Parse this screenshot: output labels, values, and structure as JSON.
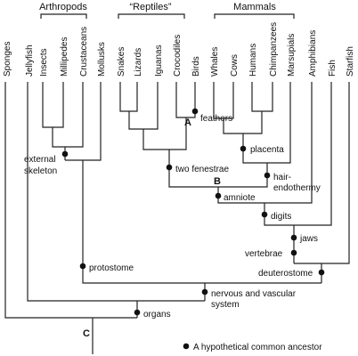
{
  "groups": {
    "arthropods": "Arthropods",
    "reptiles": "“Reptiles”",
    "mammals": "Mammals"
  },
  "taxa": {
    "sponges": "Sponges",
    "jellyfish": "Jellyfish",
    "insects": "Insects",
    "millipedes": "Millipedes",
    "crustaceans": "Crustaceans",
    "mollusks": "Mollusks",
    "snakes": "Snakes",
    "lizards": "Lizards",
    "iguanas": "Iguanas",
    "crocodiles": "Crocodiles",
    "birds": "Birds",
    "whales": "Whales",
    "cows": "Cows",
    "humans": "Humans",
    "chimpanzees": "Chimpanzees",
    "marsupials": "Marsupials",
    "amphibians": "Amphibians",
    "fish": "Fish",
    "starfish": "Starfish"
  },
  "traits": {
    "external_skeleton_1": "external",
    "external_skeleton_2": "skeleton",
    "feathers": "feathers",
    "placenta": "placenta",
    "two_fenestrae": "two fenestrae",
    "hair_endothermy_1": "hair-",
    "hair_endothermy_2": "endothermy",
    "amniote": "amniote",
    "digits": "digits",
    "jaws": "jaws",
    "vertebrae": "vertebrae",
    "protostome": "protostome",
    "deuterostome": "deuterostome",
    "nervous_1": "nervous and vascular",
    "nervous_2": "system",
    "organs": "organs"
  },
  "markers": {
    "a": "A",
    "b": "B",
    "c": "C"
  },
  "legend": {
    "text": "A hypothetical common ancestor"
  }
}
